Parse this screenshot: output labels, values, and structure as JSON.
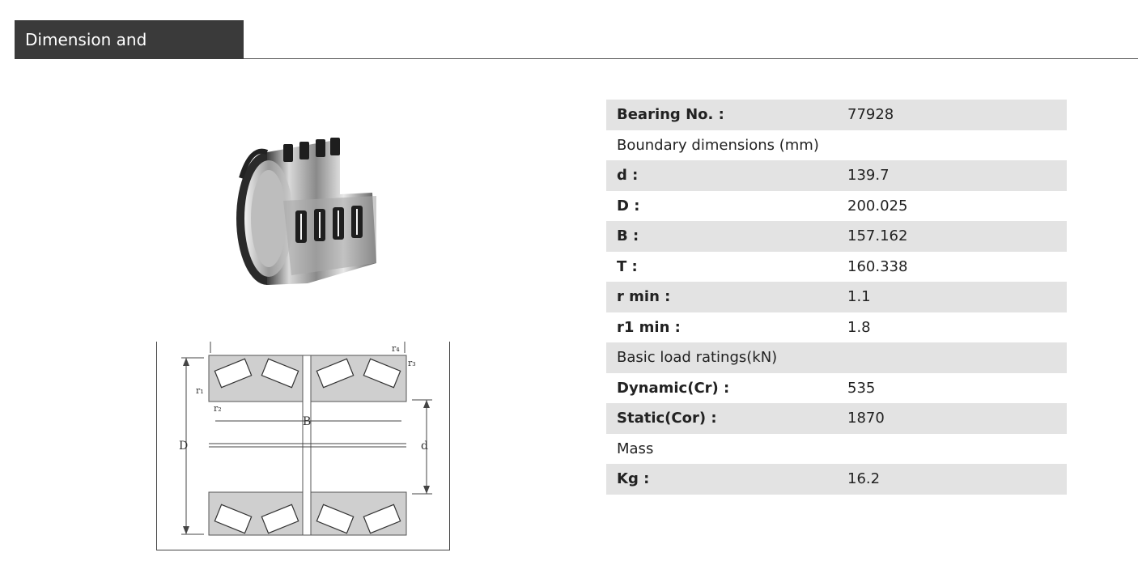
{
  "section": {
    "title": "Dimension and Parameters"
  },
  "figure": {
    "labels": {
      "D": "D",
      "d": "d",
      "B": "B",
      "r1": "r₁",
      "r2": "r₂",
      "r3": "r₃",
      "r4": "r₄"
    }
  },
  "params": [
    {
      "key": "Bearing No. :",
      "value": "77928",
      "bold": true,
      "shaded": true
    },
    {
      "key": "Boundary dimensions  (mm)",
      "value": "",
      "bold": false,
      "shaded": false
    },
    {
      "key": "d :",
      "value": "139.7",
      "bold": true,
      "shaded": true
    },
    {
      "key": "D :",
      "value": "200.025",
      "bold": true,
      "shaded": false
    },
    {
      "key": "B :",
      "value": "157.162",
      "bold": true,
      "shaded": true
    },
    {
      "key": "T :",
      "value": "160.338",
      "bold": true,
      "shaded": false
    },
    {
      "key": "r min :",
      "value": "1.1",
      "bold": true,
      "shaded": true
    },
    {
      "key": "r1 min :",
      "value": "1.8",
      "bold": true,
      "shaded": false
    },
    {
      "key": "Basic load ratings(kN)",
      "value": "",
      "bold": false,
      "shaded": true
    },
    {
      "key": "Dynamic(Cr) :",
      "value": "535",
      "bold": true,
      "shaded": false
    },
    {
      "key": "Static(Cor) :",
      "value": "1870",
      "bold": true,
      "shaded": true
    },
    {
      "key": "Mass",
      "value": "",
      "bold": false,
      "shaded": false
    },
    {
      "key": "Kg :",
      "value": "16.2",
      "bold": true,
      "shaded": true
    }
  ]
}
